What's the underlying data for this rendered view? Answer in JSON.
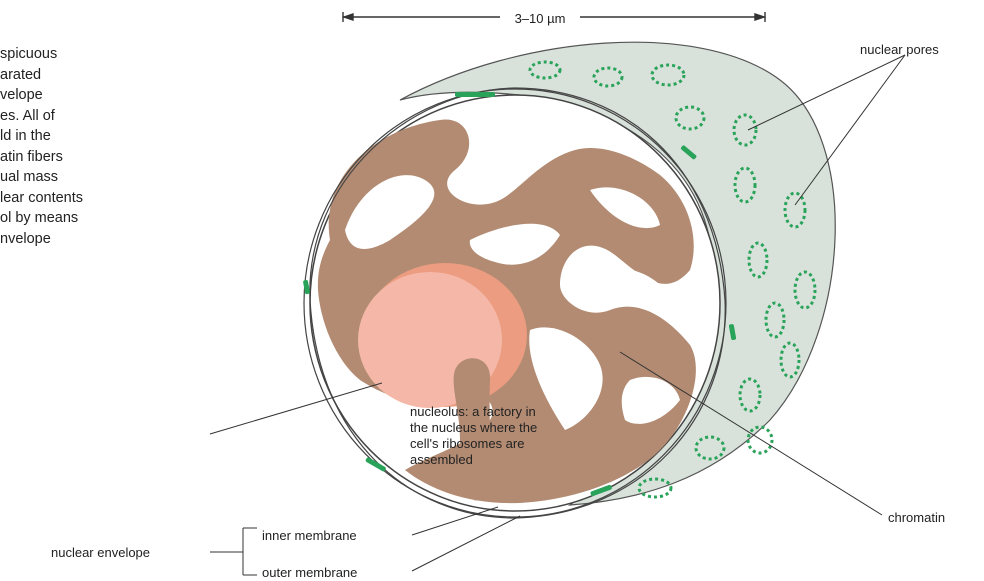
{
  "intro": {
    "lines": "spicuous\narated\nvelope\nes. All of\nld in the\natin fibers\nual mass\nlear contents\nol by means\nnvelope"
  },
  "scale": {
    "label": "3–10 µm"
  },
  "labels": {
    "nuclear_pores": "nuclear pores",
    "nucleolus": "nucleolus: a factory in\nthe nucleus where the\ncell's ribosomes are\nassembled",
    "chromatin": "chromatin",
    "inner_membrane": "inner membrane",
    "outer_membrane": "outer membrane",
    "nuclear_envelope": "nuclear envelope"
  },
  "colors": {
    "envelope_shell": "#d8e2da",
    "chromatin": "#b28b72",
    "nucleolus_outer": "#ec9c80",
    "nucleolus_inner": "#f5b8a8",
    "pores": "#2aa35a",
    "outline": "#555555"
  }
}
